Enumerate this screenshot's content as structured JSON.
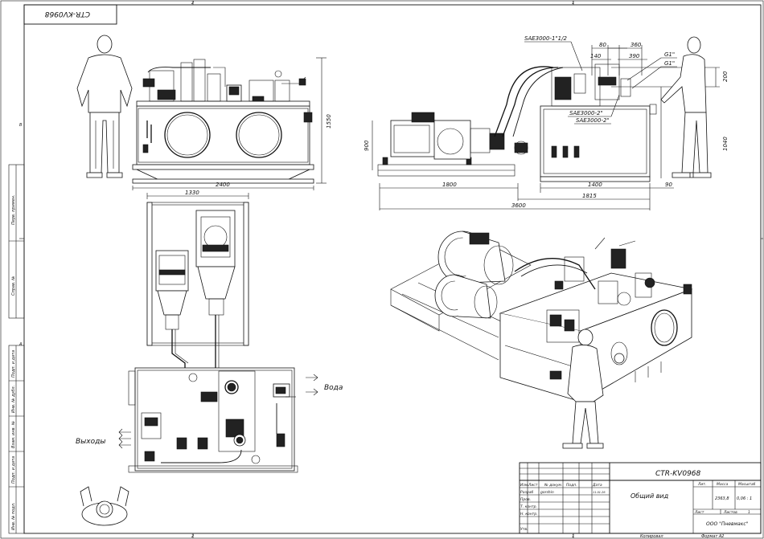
{
  "drawing": {
    "code_main": "CTR-KV0968",
    "code_rotated": "CTR-KV0968",
    "title": "Общий вид",
    "company": "ООО \"Пневмакс\"",
    "mass": "2363,8",
    "scale": "0,06 : 1",
    "sheet_label": "Лист",
    "sheets_label": "Листов",
    "sheets_count": "1",
    "mass_label": "Масса",
    "scale_label": "Масштаб",
    "lit_label": "Лит.",
    "copied_label": "Копировал",
    "format_label": "Формат A2"
  },
  "title_block": {
    "col_headers": [
      "Изм.",
      "Лист",
      "№ докум.",
      "Подп.",
      "Дата"
    ],
    "rows": [
      {
        "role": "Разраб",
        "name": "gorshin",
        "date": "11.01.26"
      },
      {
        "role": "Пров.",
        "name": "",
        "date": ""
      },
      {
        "role": "Т. контр.",
        "name": "",
        "date": ""
      },
      {
        "role": "Н. контр.",
        "name": "",
        "date": ""
      },
      {
        "role": "Утв.",
        "name": "",
        "date": ""
      }
    ]
  },
  "side_strip": {
    "labels": [
      "Перв. примен.",
      "Справ. №",
      "Подп. и дата",
      "Инв. № дубл.",
      "Взам. инв. №",
      "Подп. и дата",
      "Инв. № подл."
    ]
  },
  "zones": {
    "top": [
      "2",
      "1"
    ],
    "bottom": [
      "2",
      "1"
    ],
    "left": [
      "B",
      "A"
    ]
  },
  "dimensions": {
    "front_width": "2400",
    "front_height": "1550",
    "top_width": "1330",
    "side_height_left": "900",
    "side_height_right": "1040",
    "side_1800": "1800",
    "side_1400": "1400",
    "side_90": "90",
    "side_1815": "1815",
    "side_3600": "3600",
    "side_200": "200",
    "top_80": "80",
    "top_360": "360",
    "top_140": "140",
    "top_390": "390"
  },
  "callouts": {
    "sae_top": "SAE3000-1\"1/2",
    "g1_a": "G1\"",
    "g1_b": "G1\"",
    "sae_2a": "SAE3000-2\"",
    "sae_2b": "SAE3000-2\""
  },
  "plan_labels": {
    "water": "Вода",
    "outlets": "Выходы"
  }
}
